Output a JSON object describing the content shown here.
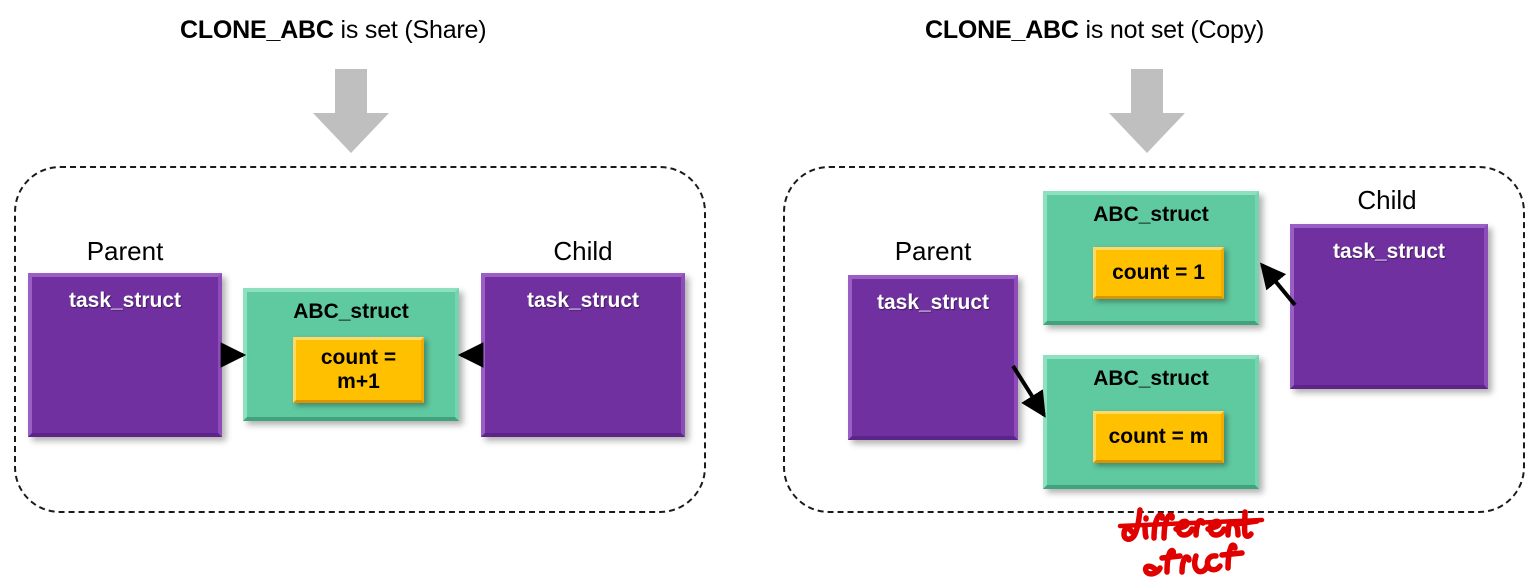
{
  "panels": [
    {
      "id": "share",
      "title_strong": "CLONE_ABC",
      "title_rest": " is set (Share)",
      "nodes": {
        "parent_caption": "Parent",
        "parent_box_label": "task_struct",
        "child_caption": "Child",
        "child_box_label": "task_struct",
        "struct_label": "ABC_struct",
        "count_value": "count =\nm+1"
      }
    },
    {
      "id": "copy",
      "title_strong": "CLONE_ABC",
      "title_rest": " is not set (Copy)",
      "nodes": {
        "parent_caption": "Parent",
        "parent_box_label": "task_struct",
        "child_caption": "Child",
        "child_box_label": "task_struct",
        "struct_top_label": "ABC_struct",
        "count_top_value": "count = 1",
        "struct_bottom_label": "ABC_struct",
        "count_bottom_value": "count = m"
      }
    }
  ],
  "annotation": {
    "line1": "different",
    "line2": "struct"
  },
  "colors": {
    "purple": "#7030A0",
    "green": "#5FC9A0",
    "yellow": "#FFC000",
    "gray_arrow": "#BFBFBF",
    "annotation_red": "#E00000",
    "dashed_border": "#1A1A1A"
  },
  "icons": {
    "down_block_arrow": "big-down-arrow-icon",
    "pointer_arrow": "arrow-icon"
  }
}
